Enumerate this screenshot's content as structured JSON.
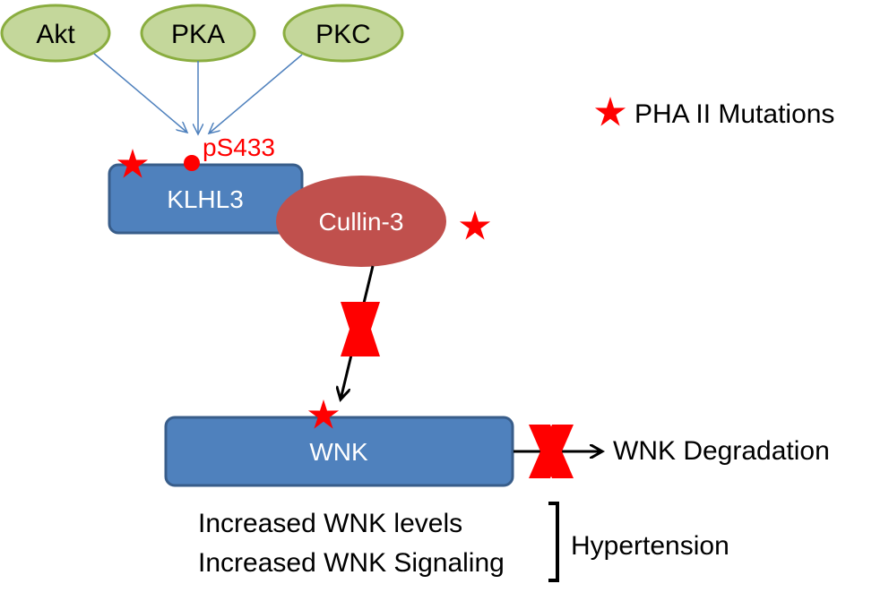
{
  "kinases": [
    {
      "label": "Akt"
    },
    {
      "label": "PKA"
    },
    {
      "label": "PKC"
    }
  ],
  "legend": {
    "text": "PHA II Mutations"
  },
  "phosphosite": {
    "label": "pS433"
  },
  "klhl3": {
    "label": "KLHL3"
  },
  "cullin": {
    "label": "Cullin-3"
  },
  "wnk": {
    "label": "WNK"
  },
  "degradation": {
    "label": "WNK Degradation"
  },
  "outcomes": {
    "line1": "Increased WNK levels",
    "line2": "Increased WNK Signaling",
    "result": "Hypertension"
  },
  "colors": {
    "kinase_fill": "#c4d79b",
    "kinase_stroke": "#8aad3f",
    "box_fill": "#4f81bd",
    "box_stroke": "#385d8a",
    "cullin_fill": "#c0504d",
    "star": "#ff0000",
    "blocked_x": "#ff0000",
    "arrow_blue": "#4f81bd"
  }
}
